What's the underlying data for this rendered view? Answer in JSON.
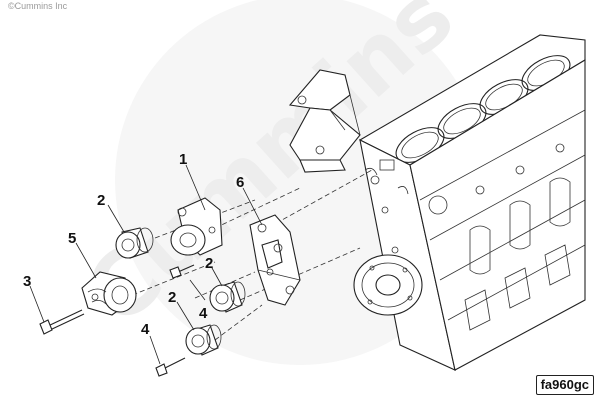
{
  "copyright": "©Cummins Inc",
  "watermark": "Cummins",
  "figure_id": "fa960gc",
  "callouts": [
    {
      "id": "c1",
      "label": "1"
    },
    {
      "id": "c2a",
      "label": "2"
    },
    {
      "id": "c2b",
      "label": "2"
    },
    {
      "id": "c2c",
      "label": "2"
    },
    {
      "id": "c3",
      "label": "3"
    },
    {
      "id": "c4a",
      "label": "4"
    },
    {
      "id": "c4b",
      "label": "4"
    },
    {
      "id": "c5",
      "label": "5"
    },
    {
      "id": "c6",
      "label": "6"
    }
  ]
}
